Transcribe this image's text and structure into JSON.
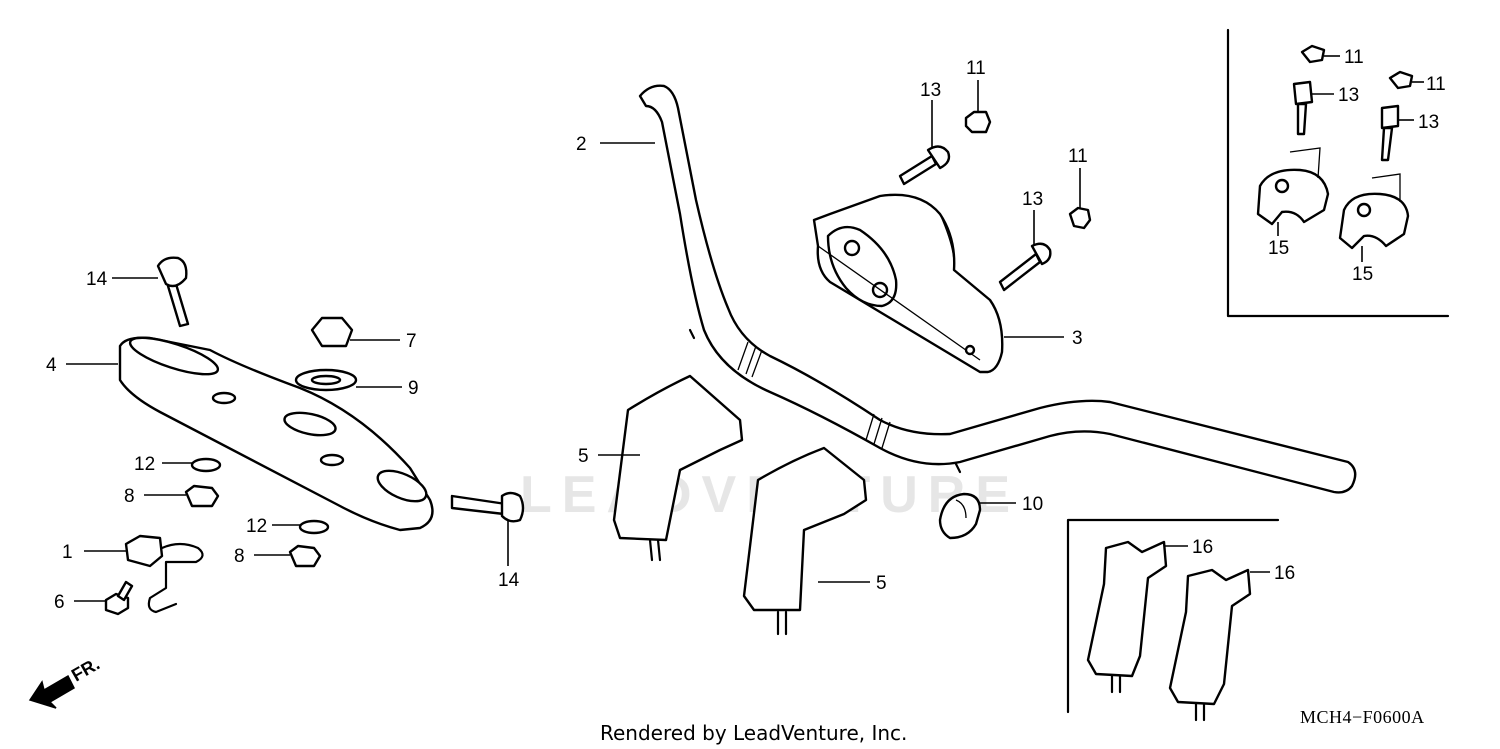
{
  "watermark": "LEADVENTURE",
  "footer": {
    "rendered_by": "Rendered by LeadVenture, Inc.",
    "diagram_code": "MCH4−F0600A"
  },
  "direction": {
    "label": "FR.",
    "icon": "front-arrow-icon"
  },
  "callouts": {
    "c1": "1",
    "c2": "2",
    "c3": "3",
    "c4": "4",
    "c5a": "5",
    "c5b": "5",
    "c6": "6",
    "c7": "7",
    "c8a": "8",
    "c8b": "8",
    "c9": "9",
    "c10": "10",
    "c11a": "11",
    "c11b": "11",
    "c11c": "11",
    "c11d": "11",
    "c12a": "12",
    "c12b": "12",
    "c13a": "13",
    "c13b": "13",
    "c13c": "13",
    "c13d": "13",
    "c14a": "14",
    "c14b": "14",
    "c15a": "15",
    "c15b": "15",
    "c16a": "16",
    "c16b": "16"
  }
}
